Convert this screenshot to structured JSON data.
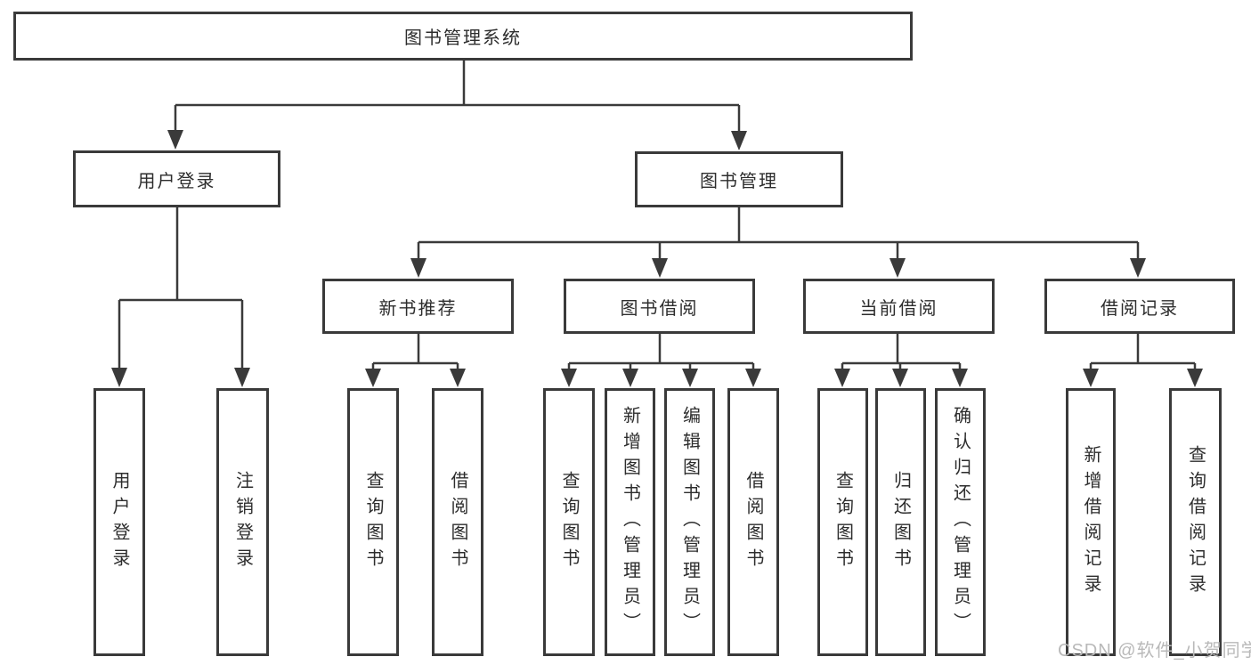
{
  "diagram": {
    "title_node": "图书管理系统",
    "user": {
      "label": "用户登录",
      "children": [
        {
          "label": "用户登录"
        },
        {
          "label": "注销登录"
        }
      ]
    },
    "mgmt": {
      "label": "图书管理",
      "children": [
        {
          "label": "新书推荐",
          "children": [
            {
              "label": "查询图书"
            },
            {
              "label": "借阅图书"
            }
          ]
        },
        {
          "label": "图书借阅",
          "children": [
            {
              "label": "查询图书"
            },
            {
              "label": "新增图书（管理员）"
            },
            {
              "label": "编辑图书（管理员）"
            },
            {
              "label": "借阅图书"
            }
          ]
        },
        {
          "label": "当前借阅",
          "children": [
            {
              "label": "查询图书"
            },
            {
              "label": "归还图书"
            },
            {
              "label": "确认归还（管理员）"
            }
          ]
        },
        {
          "label": "借阅记录",
          "children": [
            {
              "label": "新增借阅记录"
            },
            {
              "label": "查询借阅记录"
            }
          ]
        }
      ]
    }
  },
  "watermark": "CSDN @软件_小贺同学",
  "colors": {
    "line": "#3a3a3a",
    "text": "#2d2d2d",
    "watermark": "#b9b9b9",
    "background": "#ffffff"
  }
}
